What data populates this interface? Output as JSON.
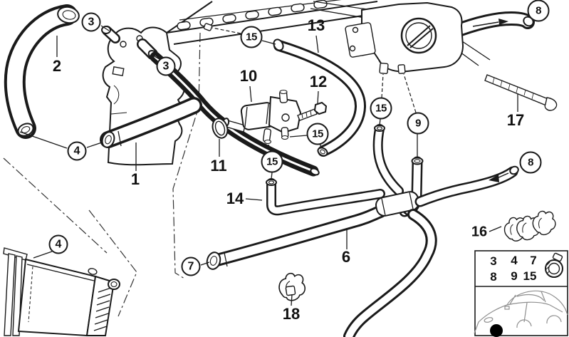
{
  "diagram_type": "parts-exploded-diagram-cooling-water-hoses",
  "colors": {
    "line": "#1a1a1a",
    "background": "#ffffff",
    "location_dot": "#000000"
  },
  "callouts": {
    "three_a": "3",
    "three_b": "3",
    "four_a": "4",
    "four_b": "4",
    "seven": "7",
    "eight_a": "8",
    "eight_b": "8",
    "nine": "9",
    "fifteen_a": "15",
    "fifteen_b": "15",
    "fifteen_c": "15",
    "fifteen_d": "15"
  },
  "part_labels": {
    "one": "1",
    "two": "2",
    "six": "6",
    "ten": "10",
    "eleven": "11",
    "twelve": "12",
    "thirteen": "13",
    "fourteen": "14",
    "sixteen": "16",
    "seventeen": "17",
    "eighteen": "18"
  },
  "legend": {
    "rows": [
      [
        "3",
        "4",
        "7"
      ],
      [
        "8",
        "9",
        "15"
      ]
    ],
    "clamp_icon": "worm-drive-clamp-icon",
    "car_icon": "car-location-icon"
  }
}
